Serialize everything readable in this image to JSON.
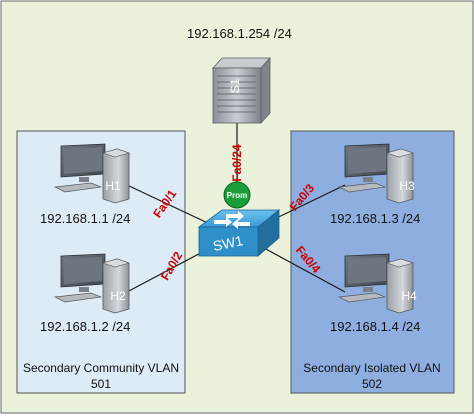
{
  "server": {
    "label": "S1",
    "ip": "192.168.1.254 /24",
    "port": "Fa0/24"
  },
  "switch": {
    "label": "SW1",
    "prom_badge": "Prom"
  },
  "community_vlan": {
    "name": "Secondary Community VLAN",
    "id": "501",
    "hosts": [
      {
        "label": "H1",
        "ip": "192.168.1.1 /24",
        "port": "Fa0/1"
      },
      {
        "label": "H2",
        "ip": "192.168.1.2 /24",
        "port": "Fa0/2"
      }
    ]
  },
  "isolated_vlan": {
    "name": "Secondary Isolated VLAN",
    "id": "502",
    "hosts": [
      {
        "label": "H3",
        "ip": "192.168.1.3 /24",
        "port": "Fa0/3"
      },
      {
        "label": "H4",
        "ip": "192.168.1.4 /24",
        "port": "Fa0/4"
      }
    ]
  },
  "colors": {
    "background": "#eaf2dc",
    "community_fill": "#dcebf6",
    "isolated_fill": "#8eaee0",
    "port_label": "#cc0000",
    "prom_badge": "#1a9e3a",
    "switch_body": "#2f8fc8"
  }
}
